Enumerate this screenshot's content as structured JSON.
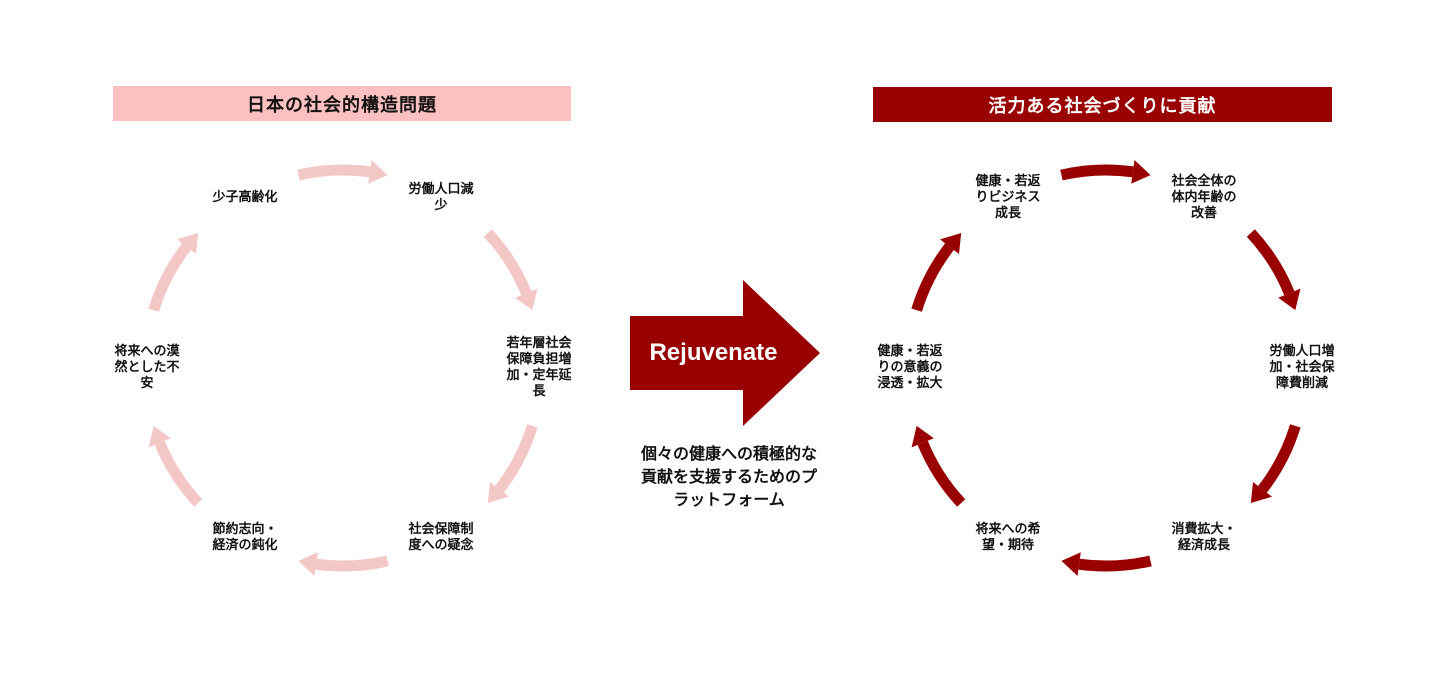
{
  "left_panel": {
    "title": "日本の社会的構造問題",
    "color": "#f4c7c7",
    "nodes": [
      {
        "label_lines": [
          "少子高齢化"
        ]
      },
      {
        "label_lines": [
          "労働人口減",
          "少"
        ]
      },
      {
        "label_lines": [
          "若年層社会",
          "保障負担増",
          "加・定年延",
          "長"
        ]
      },
      {
        "label_lines": [
          "社会保障制",
          "度への疑念"
        ]
      },
      {
        "label_lines": [
          "節約志向・",
          "経済の鈍化"
        ]
      },
      {
        "label_lines": [
          "将来への漠",
          "然とした不",
          "安"
        ]
      }
    ]
  },
  "center": {
    "arrow_label": "Rejuvenate",
    "arrow_color": "#990000",
    "caption_lines": [
      "個々の健康への積極的な",
      "貢献を支援するためのプ",
      "ラットフォーム"
    ]
  },
  "right_panel": {
    "title": "活力ある社会づくりに貢献",
    "color": "#990000",
    "nodes": [
      {
        "label_lines": [
          "健康・若返",
          "りビジネス",
          "成長"
        ]
      },
      {
        "label_lines": [
          "社会全体の",
          "体内年齢の",
          "改善"
        ]
      },
      {
        "label_lines": [
          "労働人口増",
          "加・社会保",
          "障費削減"
        ]
      },
      {
        "label_lines": [
          "消費拡大・",
          "経済成長"
        ]
      },
      {
        "label_lines": [
          "将来への希",
          "望・期待"
        ]
      },
      {
        "label_lines": [
          "健康・若返",
          "りの意義の",
          "浸透・拡大"
        ]
      }
    ]
  }
}
